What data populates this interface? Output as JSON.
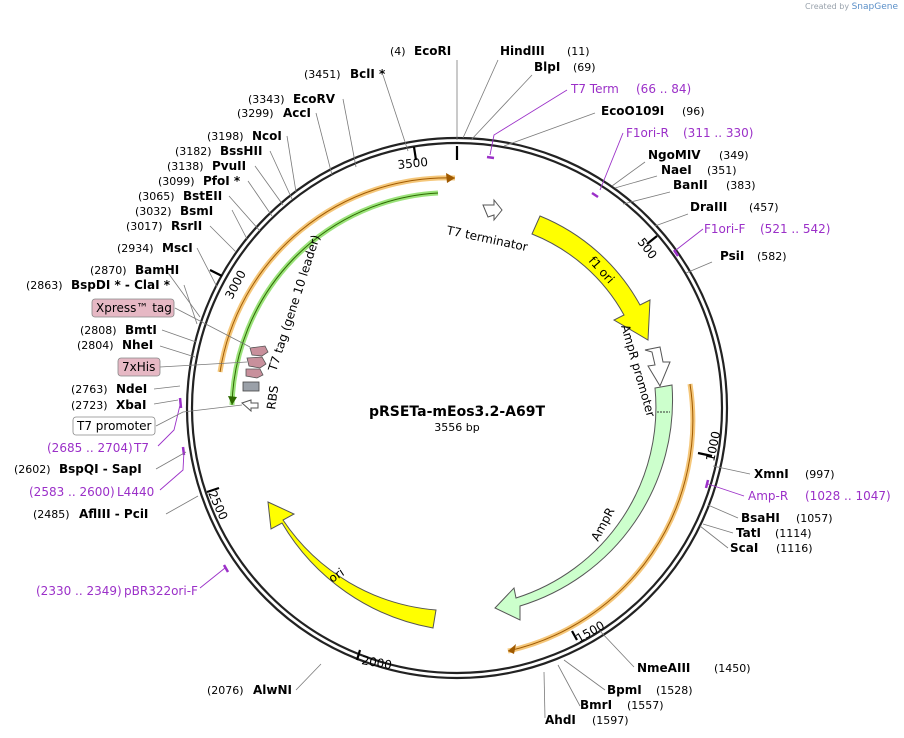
{
  "credit": {
    "prefix": "Created by",
    "brand": "SnapGene"
  },
  "plasmid": {
    "name": "pRSETa-mEos3.2-A69T",
    "length_label": "3556 bp",
    "length": 3556
  },
  "ticks": [
    "500",
    "1000",
    "1500",
    "2000",
    "2500",
    "3000",
    "3500"
  ],
  "sites": [
    {
      "name": "EcoRI",
      "pos": "(4)"
    },
    {
      "name": "HindIII",
      "pos": "(11)"
    },
    {
      "name": "BlpI",
      "pos": "(69)"
    },
    {
      "name": "EcoO109I",
      "pos": "(96)"
    },
    {
      "name": "NgoMIV",
      "pos": "(349)"
    },
    {
      "name": "NaeI",
      "pos": "(351)"
    },
    {
      "name": "BanII",
      "pos": "(383)"
    },
    {
      "name": "DraIII",
      "pos": "(457)"
    },
    {
      "name": "PsiI",
      "pos": "(582)"
    },
    {
      "name": "XmnI",
      "pos": "(997)"
    },
    {
      "name": "BsaHI",
      "pos": "(1057)"
    },
    {
      "name": "TatI",
      "pos": "(1114)"
    },
    {
      "name": "ScaI",
      "pos": "(1116)"
    },
    {
      "name": "NmeAIII",
      "pos": "(1450)"
    },
    {
      "name": "BpmI",
      "pos": "(1528)"
    },
    {
      "name": "BmrI",
      "pos": "(1557)"
    },
    {
      "name": "AhdI",
      "pos": "(1597)"
    },
    {
      "name": "AlwNI",
      "pos": "(2076)"
    },
    {
      "name": "AflIII - PciI",
      "pos": "(2485)"
    },
    {
      "name": "BspQI - SapI",
      "pos": "(2602)"
    },
    {
      "name": "XbaI",
      "pos": "(2723)"
    },
    {
      "name": "NdeI",
      "pos": "(2763)"
    },
    {
      "name": "NheI",
      "pos": "(2804)"
    },
    {
      "name": "BmtI",
      "pos": "(2808)"
    },
    {
      "name": "BspDI * - ClaI *",
      "pos": "(2863)"
    },
    {
      "name": "BamHI",
      "pos": "(2870)"
    },
    {
      "name": "MscI",
      "pos": "(2934)"
    },
    {
      "name": "RsrII",
      "pos": "(3017)"
    },
    {
      "name": "BsmI",
      "pos": "(3032)"
    },
    {
      "name": "BstEII",
      "pos": "(3065)"
    },
    {
      "name": "PfoI *",
      "pos": "(3099)"
    },
    {
      "name": "PvuII",
      "pos": "(3138)"
    },
    {
      "name": "BssHII",
      "pos": "(3182)"
    },
    {
      "name": "NcoI",
      "pos": "(3198)"
    },
    {
      "name": "AccI",
      "pos": "(3299)"
    },
    {
      "name": "EcoRV",
      "pos": "(3343)"
    },
    {
      "name": "BclI *",
      "pos": "(3451)"
    }
  ],
  "primers": [
    {
      "name": "T7 Term",
      "range": "(66 .. 84)"
    },
    {
      "name": "F1ori-R",
      "range": "(311 .. 330)"
    },
    {
      "name": "F1ori-F",
      "range": "(521 .. 542)"
    },
    {
      "name": "Amp-R",
      "range": "(1028 .. 1047)"
    },
    {
      "name": "pBR322ori-F",
      "range": "(2330 .. 2349)"
    },
    {
      "name": "L4440",
      "range": "(2583 .. 2600)"
    },
    {
      "name": "T7",
      "range": "(2685 .. 2704)"
    }
  ],
  "features": {
    "f1_ori": "f1 ori",
    "ampr_promoter": "AmpR promoter",
    "ampr": "AmpR",
    "ori": "ori",
    "t7_terminator": "T7 terminator",
    "t7_tag": "T7 tag (gene 10 leader)",
    "rbs": "RBS",
    "xpress_tag": "Xpress™ tag",
    "his_tag": "7xHis",
    "t7_promoter": "T7 promoter"
  },
  "colors": {
    "backbone": "#222222",
    "ori_fill": "#ffff00",
    "ampr_fill": "#ccffcc",
    "cds_highlight": "#f5c77a",
    "t7tag_highlight": "#9be37a",
    "primer": "#9b30c8",
    "tag_fill": "#e6b8c4"
  }
}
